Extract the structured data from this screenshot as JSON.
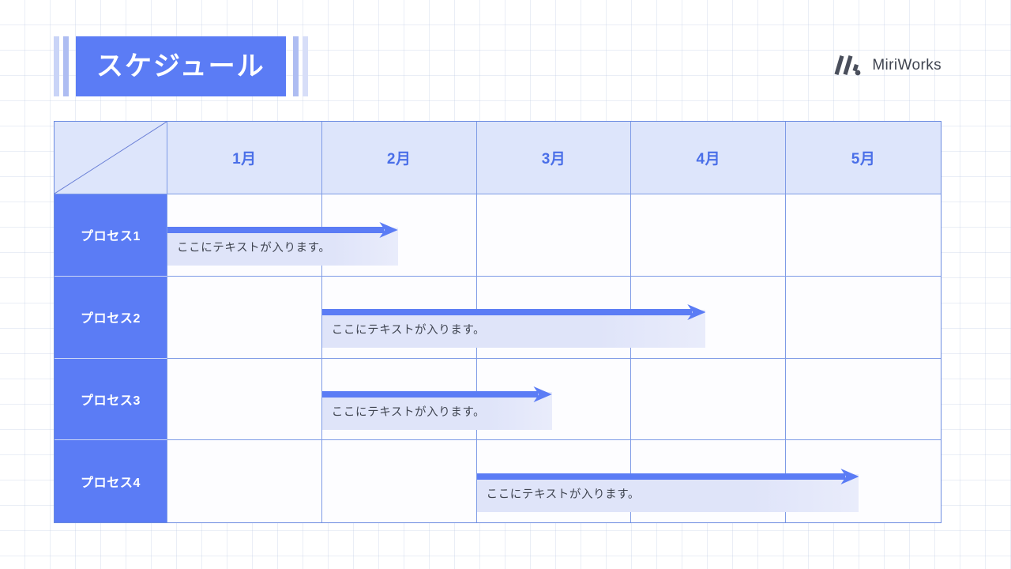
{
  "header": {
    "title": "スケジュール",
    "brand_name": "MiriWorks",
    "brand_mark_icon": "miriworks-logo-icon"
  },
  "colors": {
    "accent_blue": "#5B7CF5",
    "header_fill": "#DDE5FB",
    "month_text": "#4A6FE8",
    "bar_box_fill": "#DFE4F9",
    "border": "#7E9BE6",
    "page_bg": "#FFFFFF"
  },
  "table": {
    "corner_cell_icon": "diagonal-divider-icon",
    "columns": [
      {
        "label": "1月"
      },
      {
        "label": "2月"
      },
      {
        "label": "3月"
      },
      {
        "label": "4月"
      },
      {
        "label": "5月"
      }
    ],
    "rows": [
      {
        "label": "プロセス1",
        "bar": {
          "text": "ここにテキストが入ります。",
          "start_pct": 0,
          "end_pct": 29.8
        }
      },
      {
        "label": "プロセス2",
        "bar": {
          "text": "ここにテキストが入ります。",
          "start_pct": 20.0,
          "end_pct": 69.6
        }
      },
      {
        "label": "プロセス3",
        "bar": {
          "text": "ここにテキストが入ります。",
          "start_pct": 20.0,
          "end_pct": 49.7
        }
      },
      {
        "label": "プロセス4",
        "bar": {
          "text": "ここにテキストが入ります。",
          "start_pct": 40.0,
          "end_pct": 89.4
        }
      }
    ]
  }
}
